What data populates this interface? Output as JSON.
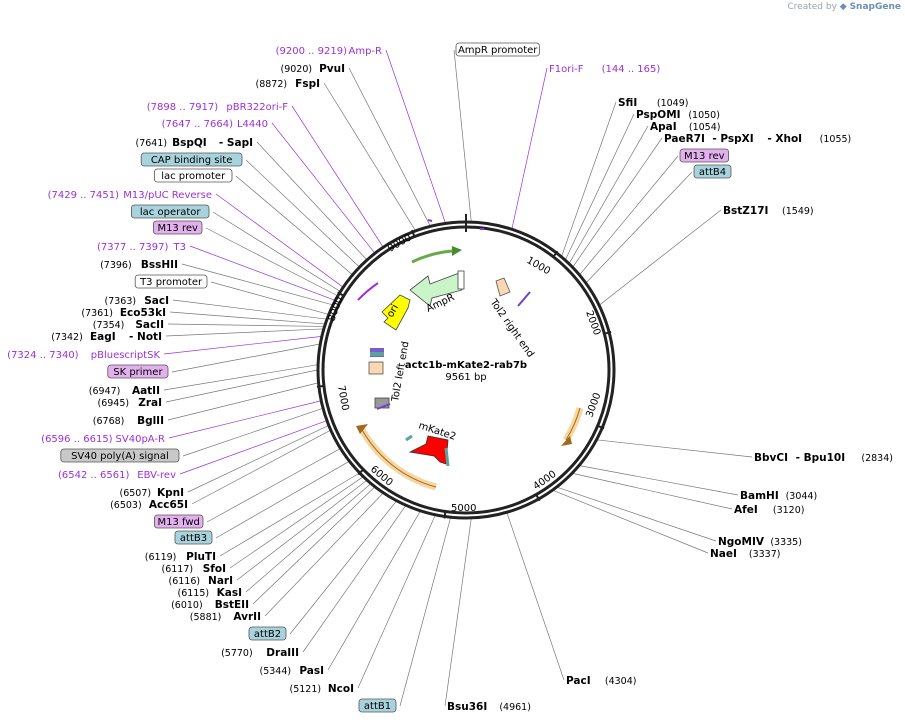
{
  "header": {
    "credit_prefix": "Created by",
    "credit_brand": "SnapGene"
  },
  "plasmid": {
    "name": "actc1b-mKate2-rab7b",
    "size": "9561 bp"
  },
  "ticks": [
    "1000",
    "2000",
    "3000",
    "4000",
    "5000",
    "6000",
    "7000",
    "8000",
    "9000"
  ],
  "features": {
    "ampr": "AmpR",
    "ori": "ori",
    "tol2_right": "Tol2 right end",
    "tol2_left": "Tol2 left end",
    "mkate2": "mKate2"
  },
  "left_labels": [
    {
      "pos": "(9200 .. 9219)",
      "name": "Amp-R",
      "kind": "primer"
    },
    {
      "pos": "(9020)",
      "name": "PvuI",
      "kind": "enzyme"
    },
    {
      "pos": "(8872)",
      "name": "FspI",
      "kind": "enzyme"
    },
    {
      "pos": "(7898 .. 7917)",
      "name": "pBR322ori-F",
      "kind": "primer"
    },
    {
      "pos": "(7647 .. 7664)",
      "name": "L4440",
      "kind": "primer"
    },
    {
      "pos": "(7641)",
      "name": "BspQI",
      "name2": "- SapI",
      "kind": "enzyme"
    },
    {
      "name": "CAP binding site",
      "kind": "box-teal"
    },
    {
      "name": "lac promoter",
      "kind": "box-white"
    },
    {
      "pos": "(7429 .. 7451)",
      "name": "M13/pUC Reverse",
      "kind": "primer"
    },
    {
      "name": "lac operator",
      "kind": "box-teal"
    },
    {
      "name": "M13 rev",
      "kind": "box-purple"
    },
    {
      "pos": "(7377 .. 7397)",
      "name": "T3",
      "kind": "primer"
    },
    {
      "pos": "(7396)",
      "name": "BssHII",
      "kind": "enzyme"
    },
    {
      "name": "T3 promoter",
      "kind": "box-white"
    },
    {
      "pos": "(7363)",
      "name": "SacI",
      "kind": "enzyme"
    },
    {
      "pos": "(7361)",
      "name": "Eco53kI",
      "kind": "enzyme"
    },
    {
      "pos": "(7354)",
      "name": "SacII",
      "kind": "enzyme"
    },
    {
      "pos": "(7342)",
      "name": "EagI",
      "name2": "- NotI",
      "kind": "enzyme"
    },
    {
      "pos": "(7324 .. 7340)",
      "name": "pBluescriptSK",
      "kind": "primer"
    },
    {
      "name": "SK primer",
      "kind": "box-purple"
    },
    {
      "pos": "(6947)",
      "name": "AatII",
      "kind": "enzyme"
    },
    {
      "pos": "(6945)",
      "name": "ZraI",
      "kind": "enzyme"
    },
    {
      "pos": "(6768)",
      "name": "BglII",
      "kind": "enzyme"
    },
    {
      "pos": "(6596 .. 6615)",
      "name": "SV40pA-R",
      "kind": "primer"
    },
    {
      "name": "SV40 poly(A) signal",
      "kind": "box-gray"
    },
    {
      "pos": "(6542 .. 6561)",
      "name": "EBV-rev",
      "kind": "primer"
    },
    {
      "pos": "(6507)",
      "name": "KpnI",
      "kind": "enzyme"
    },
    {
      "pos": "(6503)",
      "name": "Acc65I",
      "kind": "enzyme"
    },
    {
      "name": "M13 fwd",
      "kind": "box-purple"
    },
    {
      "name": "attB3",
      "kind": "box-teal"
    },
    {
      "pos": "(6119)",
      "name": "PluTI",
      "kind": "enzyme"
    },
    {
      "pos": "(6117)",
      "name": "SfoI",
      "kind": "enzyme"
    },
    {
      "pos": "(6116)",
      "name": "NarI",
      "kind": "enzyme"
    },
    {
      "pos": "(6115)",
      "name": "KasI",
      "kind": "enzyme"
    },
    {
      "pos": "(6010)",
      "name": "BstEII",
      "kind": "enzyme"
    },
    {
      "pos": "(5881)",
      "name": "AvrII",
      "kind": "enzyme"
    },
    {
      "name": "attB2",
      "kind": "box-teal"
    },
    {
      "pos": "(5770)",
      "name": "DraIII",
      "kind": "enzyme"
    },
    {
      "pos": "(5344)",
      "name": "PasI",
      "kind": "enzyme"
    },
    {
      "pos": "(5121)",
      "name": "NcoI",
      "kind": "enzyme"
    },
    {
      "name": "attB1",
      "kind": "box-teal"
    }
  ],
  "right_labels": [
    {
      "name": "AmpR promoter",
      "kind": "box-white"
    },
    {
      "name": "F1ori-F",
      "pos": "(144 .. 165)",
      "kind": "primer"
    },
    {
      "name": "SfiI",
      "pos": "(1049)",
      "kind": "enzyme"
    },
    {
      "name": "PspOMI",
      "pos": "(1050)",
      "kind": "enzyme"
    },
    {
      "name": "ApaI",
      "pos": "(1054)",
      "kind": "enzyme"
    },
    {
      "name": "PaeR7I",
      "name2": "- PspXI",
      "name3": "- XhoI",
      "pos": "(1055)",
      "kind": "enzyme"
    },
    {
      "name": "M13 rev",
      "kind": "box-purple"
    },
    {
      "name": "attB4",
      "kind": "box-teal"
    },
    {
      "name": "BstZ17I",
      "pos": "(1549)",
      "kind": "enzyme"
    },
    {
      "name": "BbvCI",
      "name2": "- Bpu10I",
      "pos": "(2834)",
      "kind": "enzyme"
    },
    {
      "name": "BamHI",
      "pos": "(3044)",
      "kind": "enzyme"
    },
    {
      "name": "AfeI",
      "pos": "(3120)",
      "kind": "enzyme"
    },
    {
      "name": "NgoMIV",
      "pos": "(3335)",
      "kind": "enzyme"
    },
    {
      "name": "NaeI",
      "pos": "(3337)",
      "kind": "enzyme"
    },
    {
      "name": "PacI",
      "pos": "(4304)",
      "kind": "enzyme"
    },
    {
      "name": "Bsu36I",
      "pos": "(4961)",
      "kind": "enzyme"
    }
  ],
  "colors": {
    "primer": "#9b30d9",
    "box_teal": "#a8d3dc",
    "box_purple": "#e3b0ee",
    "box_gray": "#c8c8c8",
    "ampr": "#c9f5c9",
    "ori": "#ffff00",
    "mkate2": "#ff0000",
    "tol2": "#fbd8b2"
  }
}
